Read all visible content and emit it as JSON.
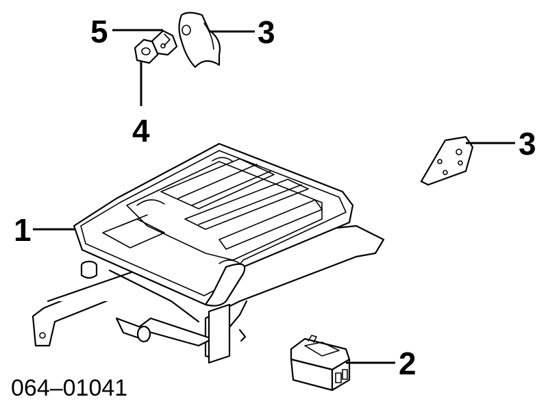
{
  "diagram": {
    "part_number": "064–01041",
    "callouts": [
      {
        "id": "c1",
        "label": "1"
      },
      {
        "id": "c2",
        "label": "2"
      },
      {
        "id": "c3a",
        "label": "3"
      },
      {
        "id": "c3b",
        "label": "3"
      },
      {
        "id": "c4",
        "label": "4"
      },
      {
        "id": "c5",
        "label": "5"
      }
    ]
  }
}
